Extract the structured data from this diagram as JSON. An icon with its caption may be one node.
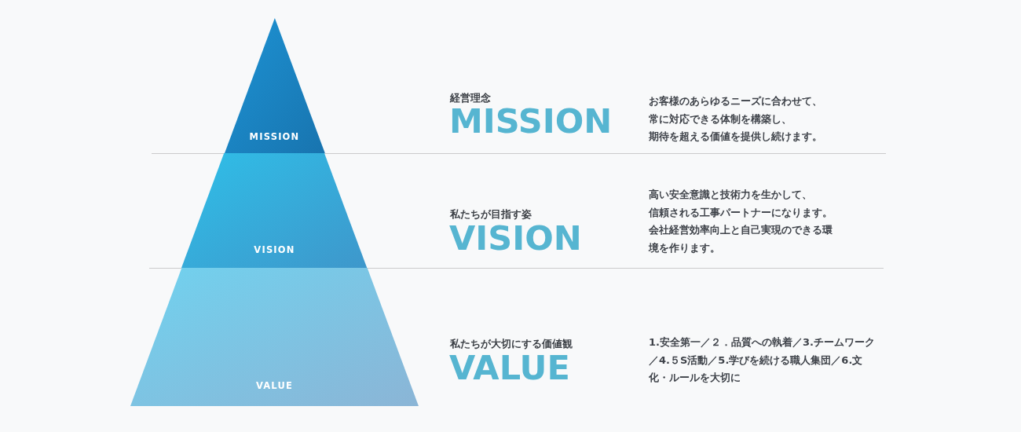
{
  "diagram": {
    "nodes": [
      {
        "text": [
          "MISSION"
        ]
      },
      {
        "text": [
          "VISION"
        ]
      },
      {
        "text": [
          "VALUE"
        ]
      }
    ],
    "labels": [
      "経営理念",
      "MISSION",
      "お客様のあらゆるニーズに合わせて、常に対応できる体制を構築し、期待を超える価値を提供し続けます。",
      "私たちが目指す姿",
      "VISION",
      "高い安全意識と技術力を生かして、信頼される工事パートナーになります。会社経営効率向上と自己実現のできる環境を作ります。",
      "私たちが大切にする価値観",
      "VALUE",
      "1.安全第一／２．品質への執着／3.チームワーク／4.５S活動／5.学びを続ける職人集団／6.文化・ルールを大切に"
    ]
  }
}
